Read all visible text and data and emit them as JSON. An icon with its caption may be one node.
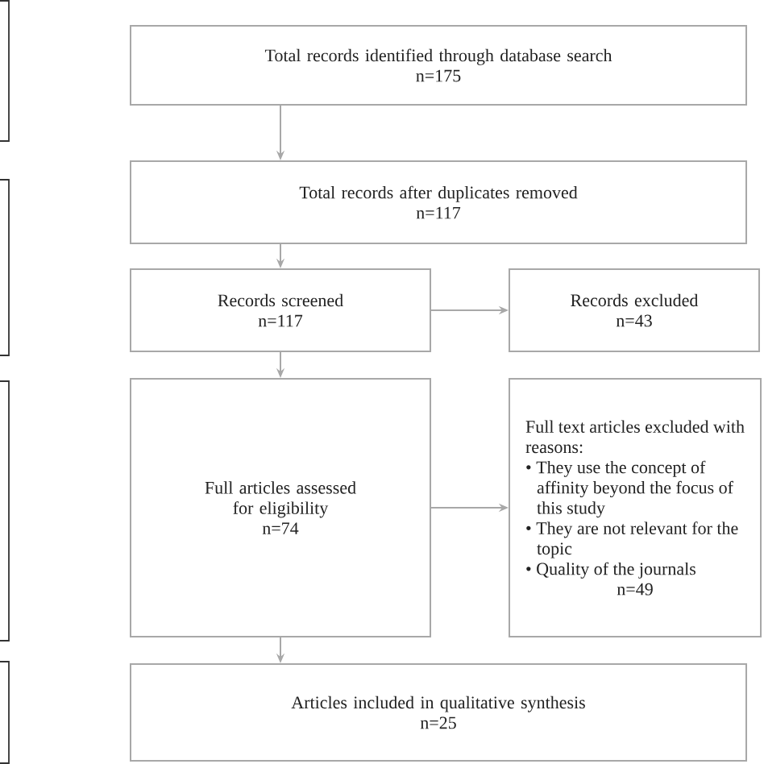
{
  "diagram": {
    "nodes": [
      {
        "text": [],
        "shape": "box"
      },
      {
        "text": [],
        "shape": "box"
      },
      {
        "text": [],
        "shape": "box"
      },
      {
        "text": [],
        "shape": "box"
      },
      {
        "text": [
          "Total records identified through database search",
          "n=175"
        ]
      },
      {
        "text": [
          "Total records after duplicates removed",
          "n=117"
        ]
      },
      {
        "text": [
          "Records screened",
          "n=117"
        ]
      },
      {
        "text": [
          "Records excluded",
          "n=43"
        ]
      },
      {
        "text": [
          "Full articles assessed for eligibility",
          "n=74"
        ]
      },
      {
        "text": [
          "Full text articles excluded with reasons:",
          "• They use the concept of affinity beyond the focus of this study",
          "• They are not relevant for the topic",
          "• Quality of the journals",
          "n=49"
        ]
      },
      {
        "text": [
          "Articles included in qualitative synthesis",
          "n=25"
        ]
      }
    ],
    "edges": [
      {
        "from": 4,
        "to": 5,
        "arrow": "to"
      },
      {
        "from": 5,
        "to": 6,
        "arrow": "to"
      },
      {
        "from": 6,
        "to": 7,
        "arrow": "to"
      },
      {
        "from": 6,
        "to": 8,
        "arrow": "to"
      },
      {
        "from": 8,
        "to": 9,
        "arrow": "to"
      },
      {
        "from": 8,
        "to": 10,
        "arrow": "to"
      }
    ]
  }
}
